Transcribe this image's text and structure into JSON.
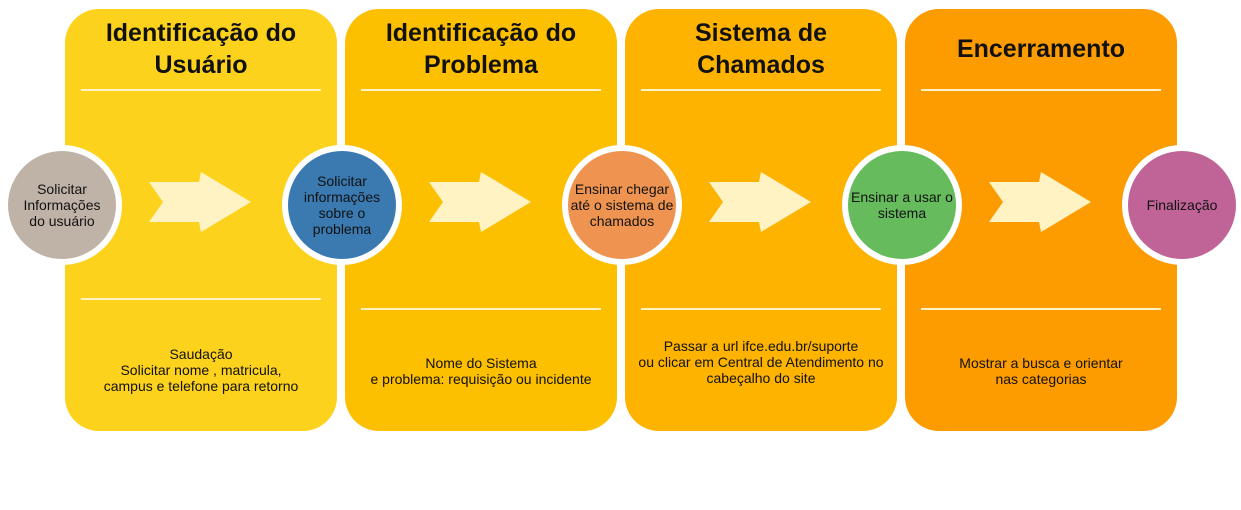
{
  "columns": [
    {
      "title": "Identificação do\nUsuário",
      "color": "#fdd21c",
      "description": "Saudação\nSolicitar nome , matricula,\ncampus e telefone para retorno"
    },
    {
      "title": "Identificação do\nProblema",
      "color": "#fdc000",
      "description": "Nome do Sistema\ne problema: requisição ou incidente"
    },
    {
      "title": "Sistema de\nChamados",
      "color": "#fdb300",
      "description": "Passar a url ifce.edu.br/suporte\nou clicar em Central de Atendimento no\ncabeçalho do site"
    },
    {
      "title": "Encerramento",
      "color": "#fd9c00",
      "description": "Mostrar a busca e orientar\nnas categorias"
    }
  ],
  "steps": [
    {
      "label": "Solicitar\nInformações\ndo usuário",
      "color": "#bfb3a8",
      "text_color": "#111111"
    },
    {
      "label": "Solicitar\ninformações\nsobre o\nproblema",
      "color": "#3a7ab0",
      "text_color": "#111111"
    },
    {
      "label": "Ensinar chegar\naté o sistema de\nchamados",
      "color": "#ef9450",
      "text_color": "#111111"
    },
    {
      "label": "Ensinar a usar o\nsistema",
      "color": "#66bb5c",
      "text_color": "#111111"
    },
    {
      "label": "Finalização",
      "color": "#c06498",
      "text_color": "#111111"
    }
  ],
  "arrow_color": "#fff3c4"
}
